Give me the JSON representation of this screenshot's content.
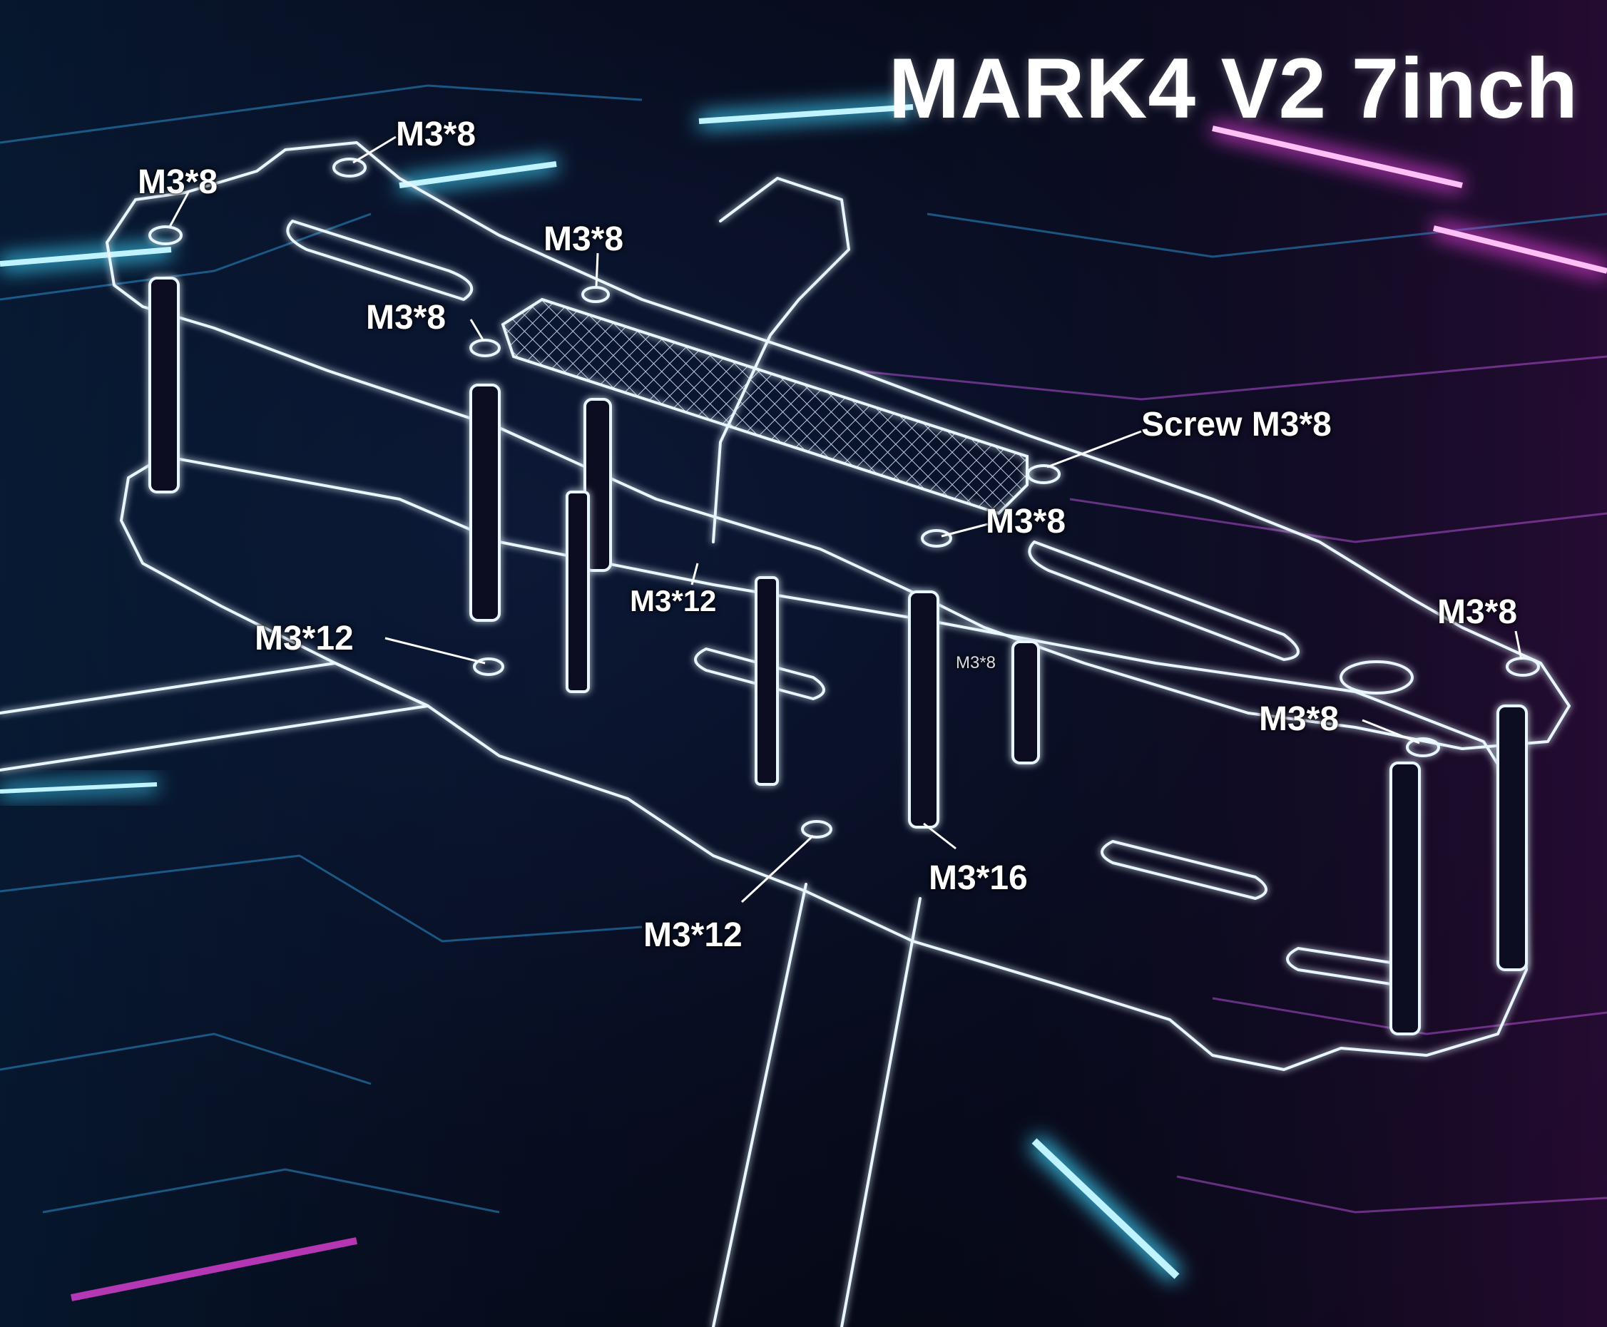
{
  "title": "MARK4 V2 7inch",
  "colors": {
    "line": "#e8f6ff",
    "cyan": "#3fd8ff",
    "magenta": "#e040d8",
    "bg": "#050814"
  },
  "labels": {
    "top_center_m3x8": "M3*8",
    "top_left_m3x8": "M3*8",
    "upper_mid_m3x8": "M3*8",
    "left_mid_m3x8": "M3*8",
    "screw_m3x8": "Screw M3*8",
    "center_right_m3x8": "M3*8",
    "center_m3x12": "M3*12",
    "left_m3x12": "M3*12",
    "right_m3x8_upper": "M3*8",
    "right_m3x8_lower": "M3*8",
    "small_faded": "M3*8",
    "standoff_m3x16": "M3*16",
    "bottom_m3x12": "M3*12"
  }
}
